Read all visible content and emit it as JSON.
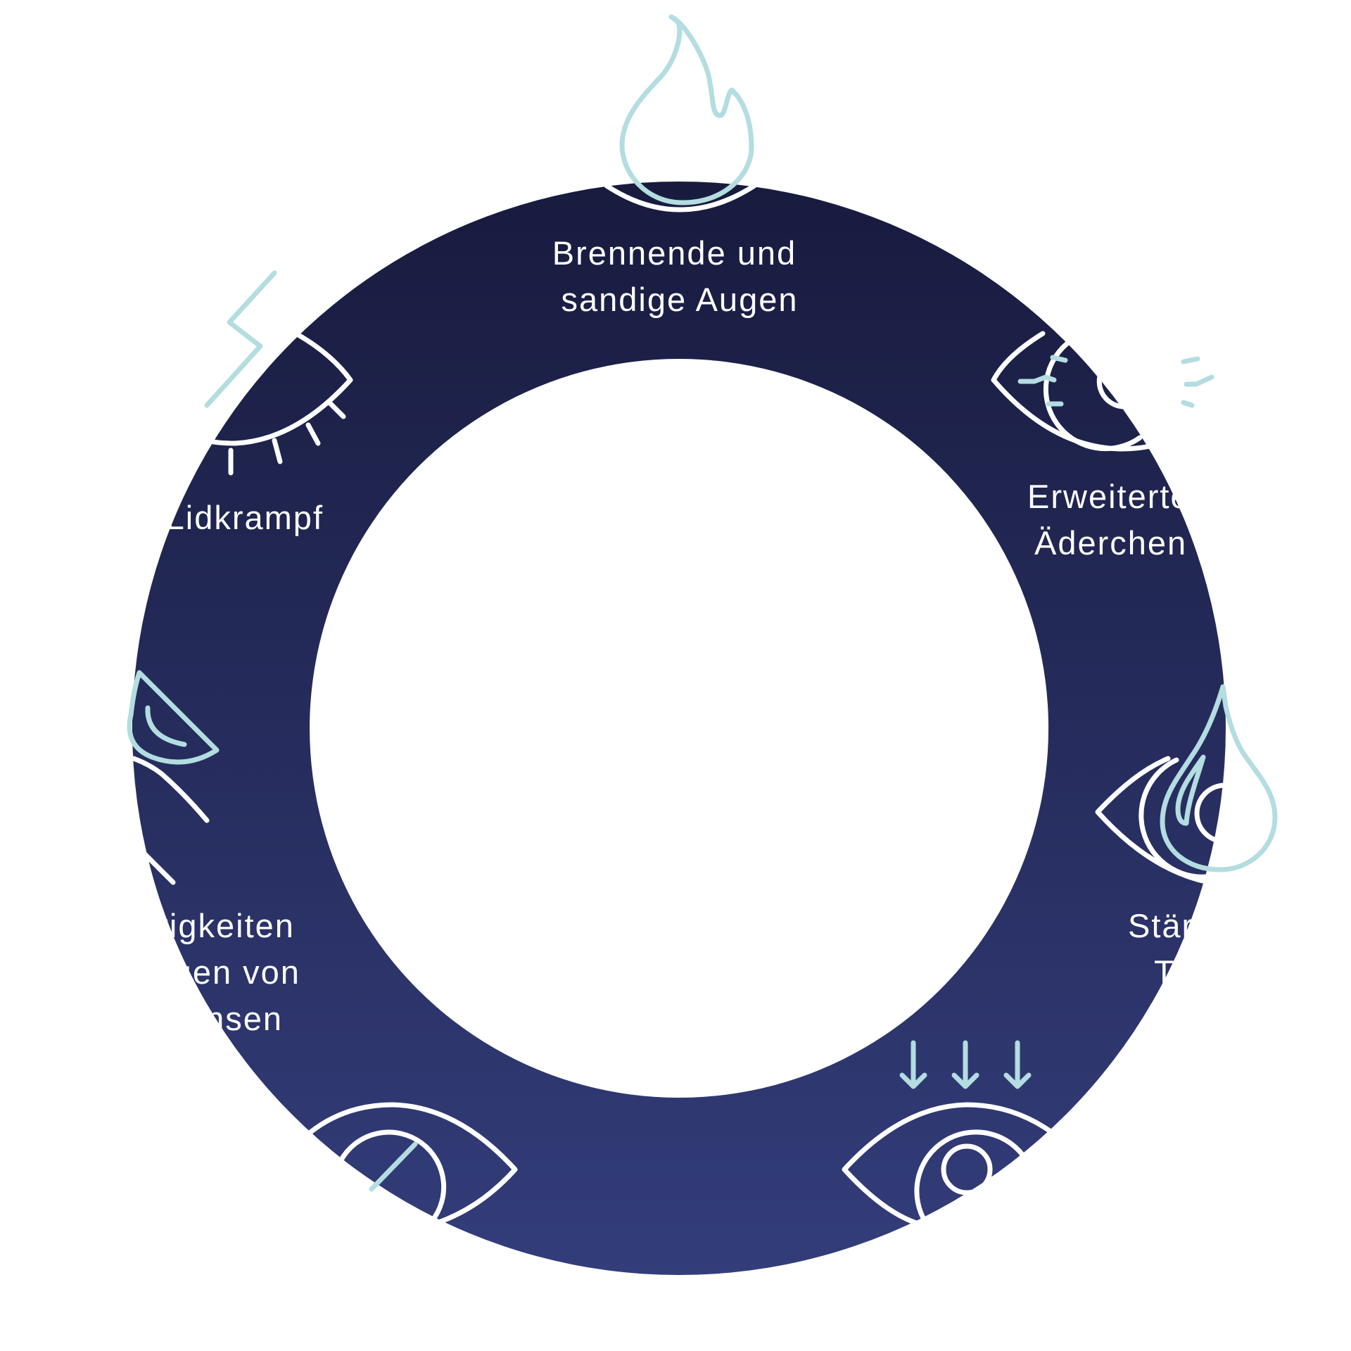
{
  "colors": {
    "ring_top": "#181b3e",
    "ring_bottom": "#333d7a",
    "icon_primary": "#ffffff",
    "icon_accent": "#b3dde0",
    "background": "#ffffff"
  },
  "symptoms": [
    {
      "lines": [
        "Brennende und",
        "sandige Augen"
      ],
      "icon": "flame-eye-icon"
    },
    {
      "lines": [
        "Erweiterte",
        "Äderchen"
      ],
      "icon": "vessels-eye-icon"
    },
    {
      "lines": [
        "Stärkerer",
        "Tränenfluss"
      ],
      "icon": "tear-eye-icon"
    },
    {
      "lines": [
        "",
        ""
      ],
      "icon": "pressure-eye-icon"
    },
    {
      "lines": [
        "",
        ""
      ],
      "icon": "blurred-eye-icon"
    },
    {
      "lines": [
        "Schwierigkeiten",
        "beim Tragen von",
        "Kontaktlinsen"
      ],
      "icon": "contact-lens-eye-icon"
    },
    {
      "lines": [
        "Lidkrampf"
      ],
      "icon": "eyelid-spasm-icon"
    }
  ]
}
